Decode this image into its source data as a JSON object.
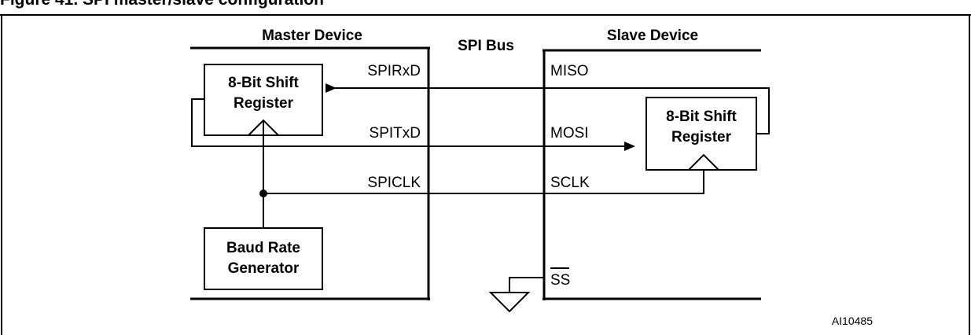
{
  "figure_caption": "Figure 41. SPI master/slave configuration",
  "spi_bus_label": "SPI Bus",
  "master": {
    "header": "Master Device",
    "shift_register": [
      "8-Bit Shift",
      "Register"
    ],
    "baud_rate": [
      "Baud Rate",
      "Generator"
    ],
    "pins": {
      "rx": "SPIRxD",
      "tx": "SPITxD",
      "clk": "SPICLK"
    }
  },
  "slave": {
    "header": "Slave Device",
    "shift_register": [
      "8-Bit Shift",
      "Register"
    ],
    "pins": {
      "miso": "MISO",
      "mosi": "MOSI",
      "sclk": "SCLK",
      "ss": "SS"
    }
  },
  "figure_code": "AI10485"
}
